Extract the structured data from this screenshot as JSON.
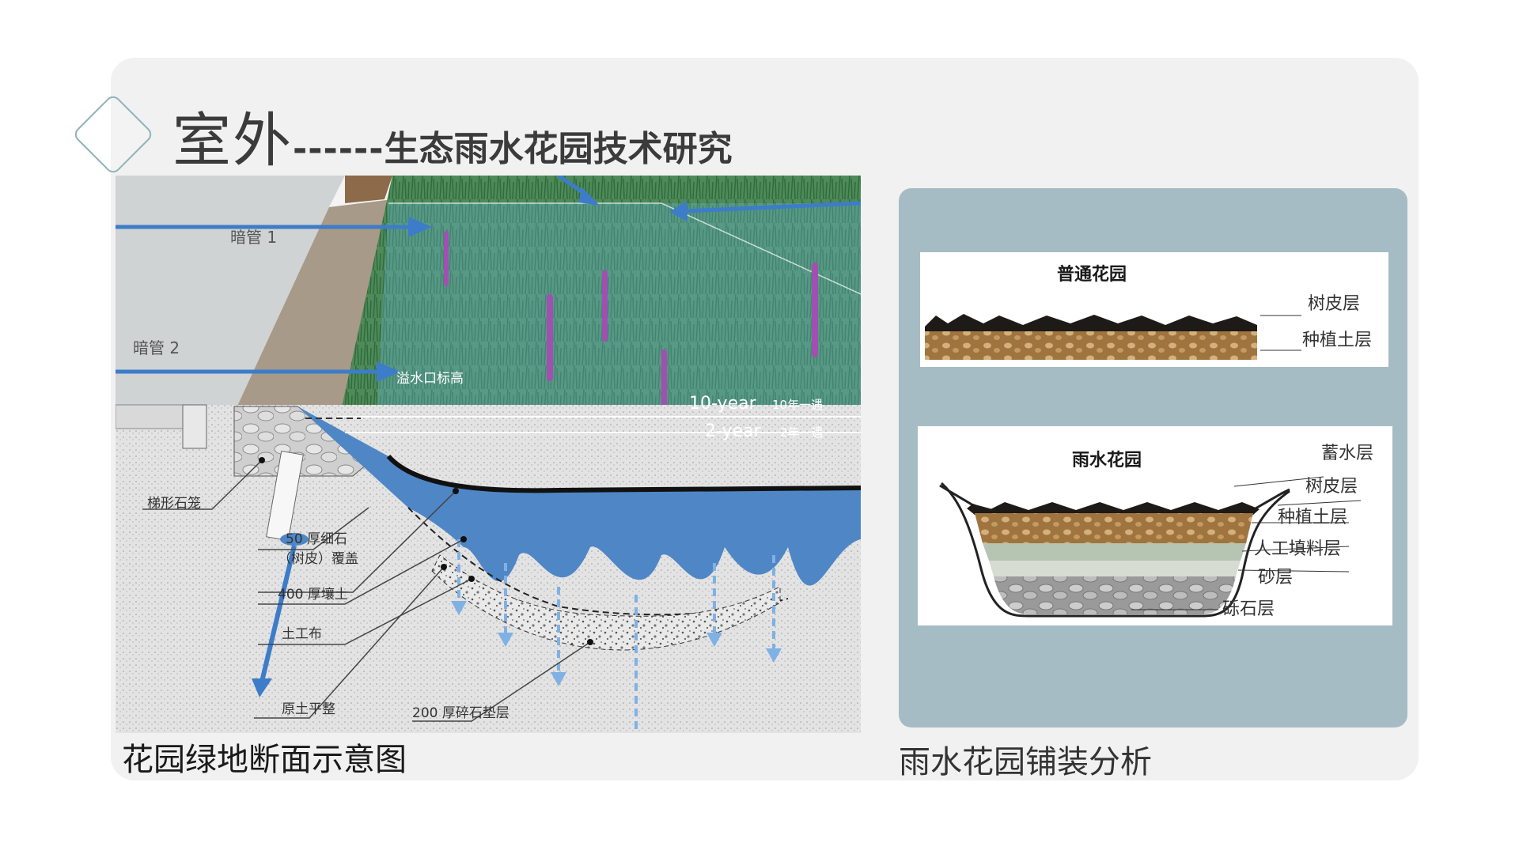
{
  "header": {
    "title_main": "室外",
    "title_dashes": "------",
    "title_sub": "生态雨水花园技术研究"
  },
  "left_figure": {
    "caption": "花园绿地断面示意图",
    "labels": {
      "pipe1": "暗管 1",
      "pipe2": "暗管 2",
      "overflow": "溢水口标高",
      "ten_year": "10-year",
      "ten_year_cn": "10年一遇",
      "two_year": "2-year",
      "two_year_cn": "2年一遇",
      "gabion": "梯形石笼",
      "gravel_cover_line1": "50 厚细石",
      "gravel_cover_line2": "（树皮）覆盖",
      "soil": "400 厚壤土",
      "geotextile": "土工布",
      "native_soil": "原土平整",
      "crushed_stone": "200 厚碎石垫层"
    }
  },
  "right_figure": {
    "caption": "雨水花园铺装分析",
    "normal_garden": {
      "title": "普通花园",
      "layers": [
        "树皮层",
        "种植土层"
      ]
    },
    "rain_garden": {
      "title": "雨水花园",
      "layers": [
        "蓄水层",
        "树皮层",
        "种植土层",
        "人工填料层",
        "砂层",
        "砾石层"
      ]
    }
  },
  "colors": {
    "panel_bg": "#f1f1f1",
    "right_panel_bg": "#a6bcc4",
    "water_blue": "#4f86c6",
    "arrow_blue": "#3d7cc9",
    "soil_brown": "#a0743f",
    "accent_teal": "#8fb4b8"
  }
}
